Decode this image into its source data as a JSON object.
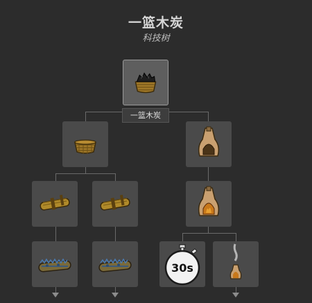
{
  "header": {
    "title": "一篮木炭",
    "subtitle": "科技树"
  },
  "selected_node": {
    "icon": "charcoal-basket-icon",
    "tooltip": "一篮木炭"
  },
  "nodes": [
    {
      "icon": "basket-icon"
    },
    {
      "icon": "charcoal-kiln-icon"
    },
    {
      "icon": "log-bundle-icon"
    },
    {
      "icon": "log-bundle-icon"
    },
    {
      "icon": "burning-kiln-icon"
    },
    {
      "icon": "mossy-log-bundle-icon"
    },
    {
      "icon": "mossy-log-bundle-icon"
    },
    {
      "icon": "stopwatch-icon",
      "label": "30s"
    },
    {
      "icon": "smoking-kiln-icon"
    }
  ],
  "colors": {
    "background": "#2c2c2c",
    "node_bg": "#4a4a4a",
    "connector": "#6a6a6a"
  }
}
